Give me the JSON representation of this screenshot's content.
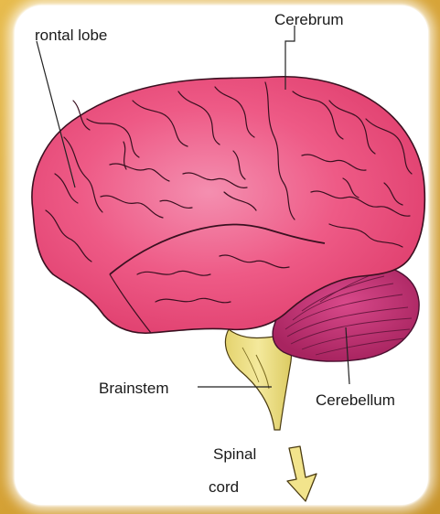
{
  "labels": {
    "frontal_lobe": "rontal lobe",
    "cerebrum": "Cerebrum",
    "brainstem": "Brainstem",
    "cerebellum": "Cerebellum",
    "spinal_cord_line1": "Spinal",
    "spinal_cord_line2": "cord"
  },
  "colors": {
    "background": "#d9a93a",
    "card": "#ffffff",
    "cerebrum": "#ee5a86",
    "cerebrum_highlight": "#f7a6c0",
    "cerebellum": "#c2336e",
    "brainstem": "#ece08a",
    "arrow": "#f2e48c",
    "sulci": "#3a1020"
  }
}
